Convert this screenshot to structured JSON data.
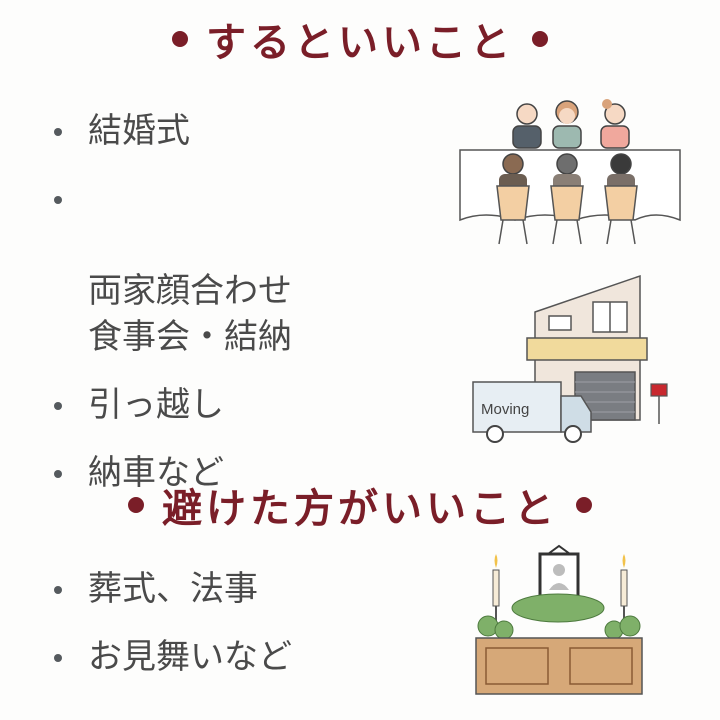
{
  "colors": {
    "heading": "#7a1e28",
    "text": "#4a4a4a",
    "bullet": "#555a5e"
  },
  "good_section": {
    "title": "するといいこと",
    "items": [
      "結婚式",
      "両家顔合わせ\n食事会・結納",
      "引っ越し",
      "納車など"
    ]
  },
  "avoid_section": {
    "title": "避けた方がいいこと",
    "items": [
      "葬式、法事",
      "お見舞いなど"
    ]
  },
  "illustrations": {
    "meeting": "family-meeting-illustration",
    "house": "house-and-moving-truck-illustration",
    "truck_label": "Moving",
    "altar": "funeral-altar-illustration"
  }
}
